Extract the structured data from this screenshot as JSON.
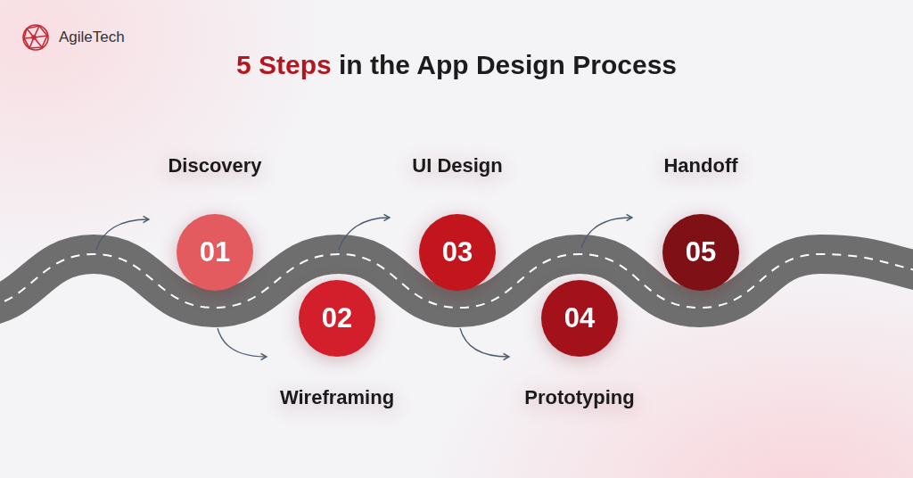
{
  "diagram": {
    "title": "5 Steps in the App Design Process",
    "nodes": [
      {
        "text": [
          "01",
          "Discovery"
        ]
      },
      {
        "text": [
          "02",
          "Wireframing"
        ]
      },
      {
        "text": [
          "03",
          "UI Design"
        ]
      },
      {
        "text": [
          "04",
          "Prototyping"
        ]
      },
      {
        "text": [
          "05",
          "Handoff"
        ]
      }
    ],
    "labels": [
      "AgileTech"
    ]
  }
}
